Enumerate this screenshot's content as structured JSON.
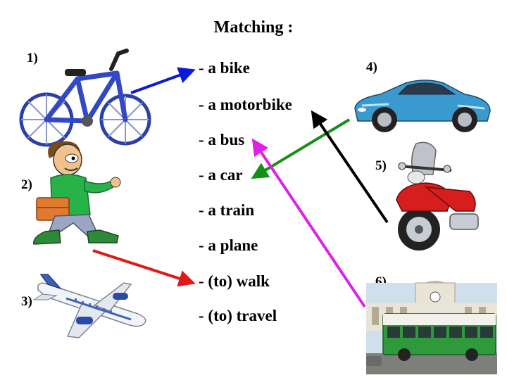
{
  "title": "Matching :",
  "pictures": [
    {
      "number": "1)",
      "icon": "bicycle-icon"
    },
    {
      "number": "2)",
      "icon": "walking-man-icon"
    },
    {
      "number": "3)",
      "icon": "airplane-icon"
    },
    {
      "number": "4)",
      "icon": "car-icon"
    },
    {
      "number": "5)",
      "icon": "motorbike-icon"
    },
    {
      "number": "6)",
      "icon": "bus-icon"
    }
  ],
  "words": [
    "- a  bike",
    "- a motorbike",
    "- a bus",
    "- a car",
    "- a train",
    "- a plane",
    "- (to) walk",
    "- (to) travel"
  ],
  "arrow_colors": {
    "bike": "#0a1ad6",
    "walk": "#e01818",
    "car": "#149018",
    "motorbike": "#000000",
    "bus": "#e020e8"
  }
}
